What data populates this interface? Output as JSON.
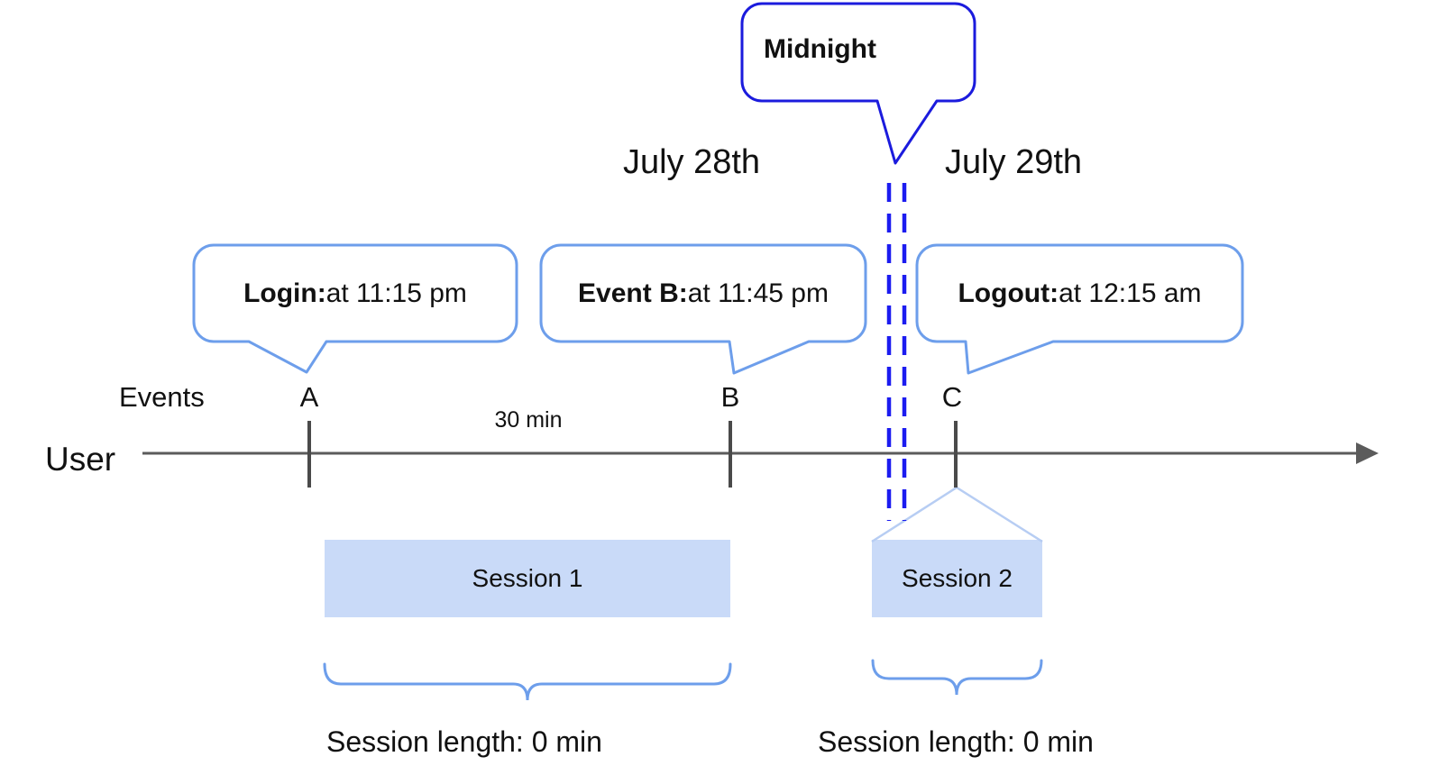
{
  "palette": {
    "callout_border_blue": "#6d9eeb",
    "midnight_border_blue": "#1b1bdd",
    "dash_blue": "#1c1cf0",
    "session_fill": "#c9daf8",
    "brace_blue": "#6d9eeb",
    "connector_light_blue": "#b7cdf3",
    "axis_gray": "#5b5b5b",
    "tick_gray": "#4a4a4a",
    "text_black": "#111111"
  },
  "timeline": {
    "user_label": "User",
    "events_label": "Events",
    "interval_label": "30 min",
    "markers": [
      "A",
      "B",
      "C"
    ]
  },
  "dates": {
    "before_midnight": "July 28th",
    "after_midnight": "July 29th"
  },
  "midnight": {
    "label": "Midnight"
  },
  "callouts": [
    {
      "bold": "Login:",
      "rest": " at 11:15 pm"
    },
    {
      "bold": "Event B:",
      "rest": " at 11:45 pm"
    },
    {
      "bold": "Logout:",
      "rest": " at 12:15 am"
    }
  ],
  "sessions": [
    {
      "label": "Session 1",
      "length_label": "Session length: 0 min"
    },
    {
      "label": "Session 2",
      "length_label": "Session length: 0 min"
    }
  ]
}
